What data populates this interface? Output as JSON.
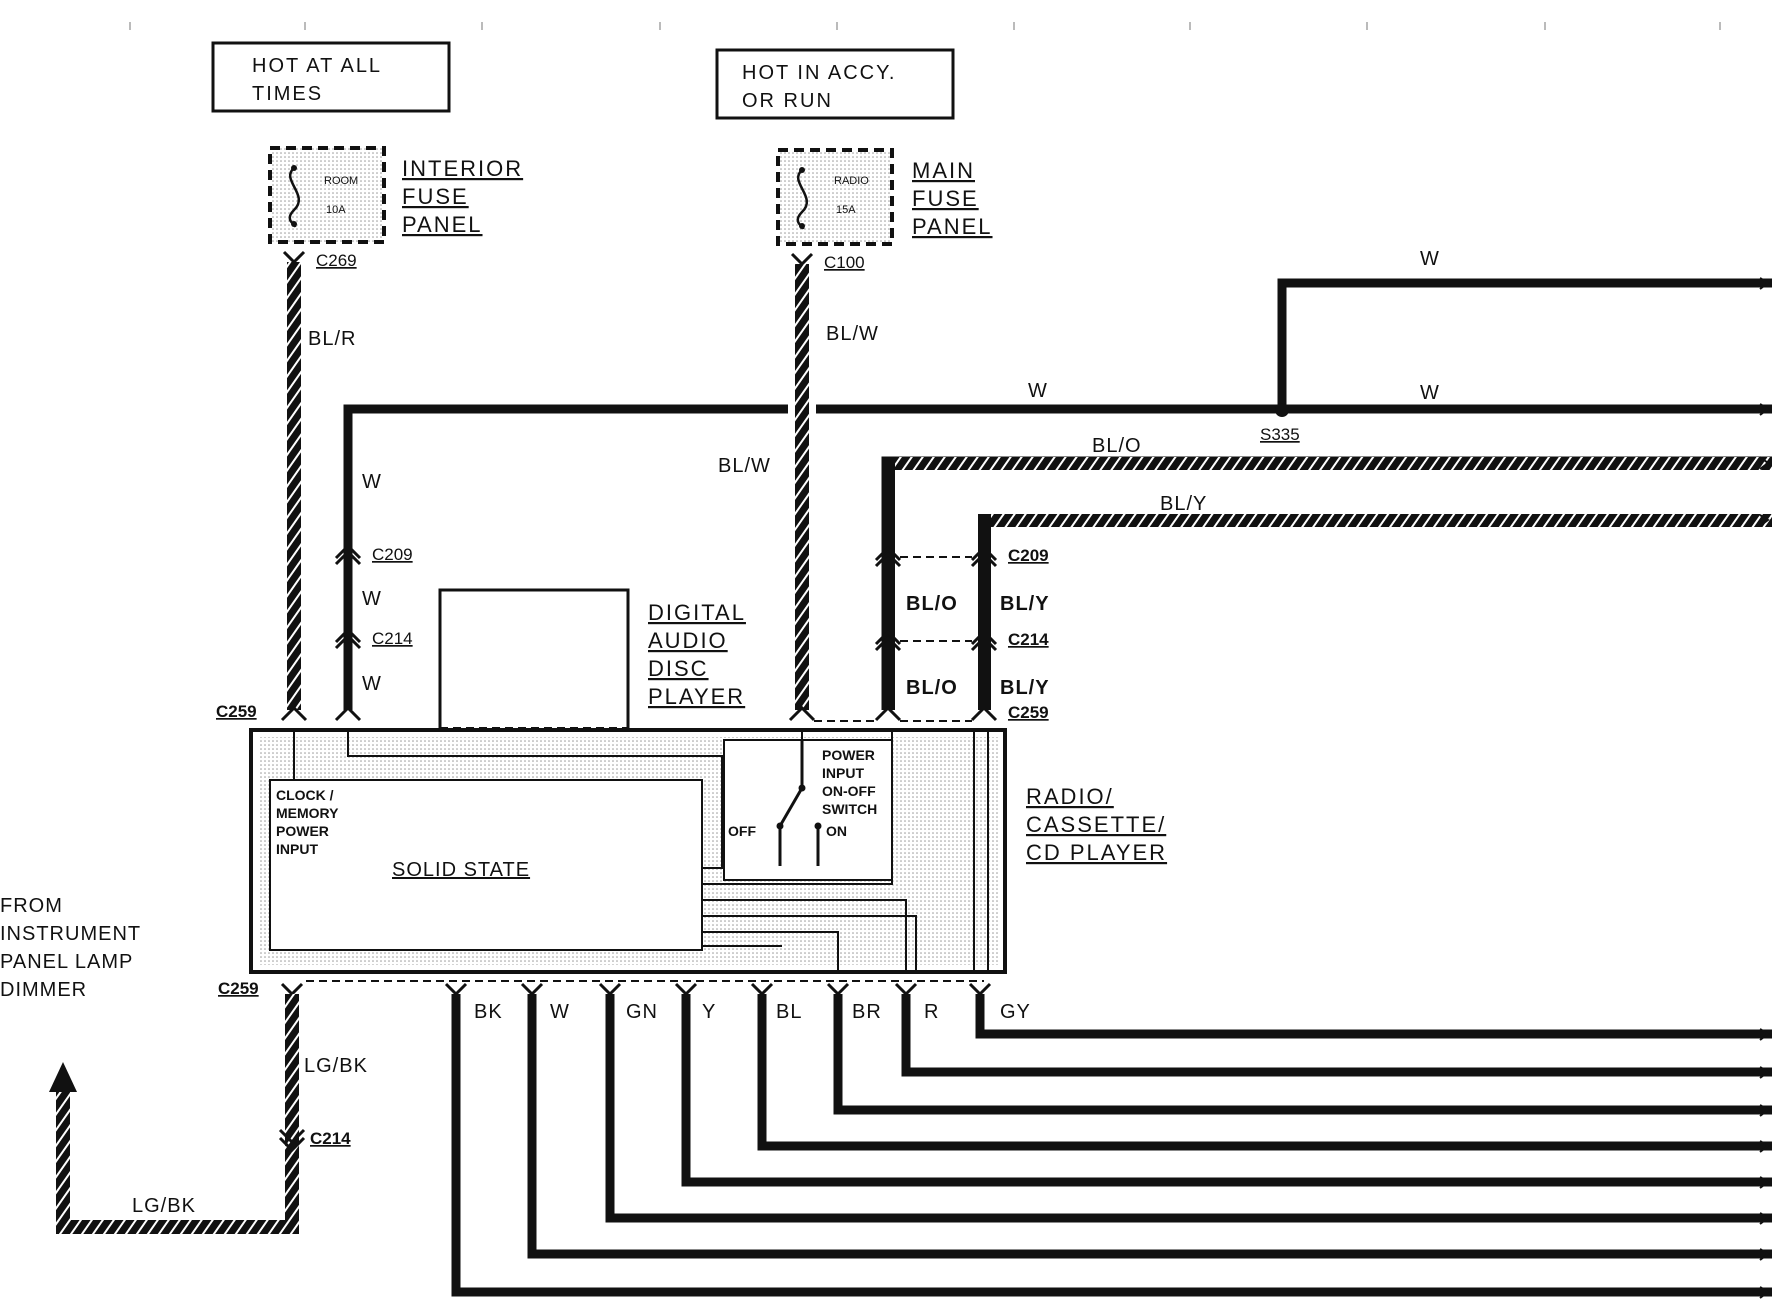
{
  "boxes": {
    "hot_all_times": [
      "HOT AT ALL",
      "TIMES"
    ],
    "hot_accy_run": [
      "HOT IN ACCY.",
      "OR RUN"
    ]
  },
  "fuses": {
    "room": {
      "name": "ROOM",
      "rating": "10A"
    },
    "radio": {
      "name": "RADIO",
      "rating": "15A"
    }
  },
  "panels": {
    "interior": [
      "INTERIOR",
      "FUSE",
      "PANEL"
    ],
    "main": [
      "MAIN",
      "FUSE",
      "PANEL"
    ]
  },
  "components": {
    "dadp": [
      "DIGITAL",
      "AUDIO",
      "DISC",
      "PLAYER"
    ],
    "radio": [
      "RADIO/",
      "CASSETTE/",
      "CD PLAYER"
    ],
    "clock": [
      "CLOCK /",
      "MEMORY",
      "POWER",
      "INPUT"
    ],
    "solid_state": "SOLID STATE",
    "power_switch": [
      "POWER",
      "INPUT",
      "ON-OFF",
      "SWITCH"
    ],
    "switch_off": "OFF",
    "switch_on": "ON",
    "from_dimmer": [
      "FROM",
      "INSTRUMENT",
      "PANEL LAMP",
      "DIMMER"
    ]
  },
  "connectors": {
    "c269": "C269",
    "c100": "C100",
    "c209": "C209",
    "c214": "C214",
    "c259": "C259",
    "s335": "S335"
  },
  "wires": {
    "bl_r": "BL/R",
    "bl_w": "BL/W",
    "w": "W",
    "bl_o": "BL/O",
    "bl_y": "BL/Y",
    "lg_bk": "LG/BK",
    "bottom": [
      "BK",
      "W",
      "GN",
      "Y",
      "BL",
      "BR",
      "R",
      "GY"
    ]
  }
}
